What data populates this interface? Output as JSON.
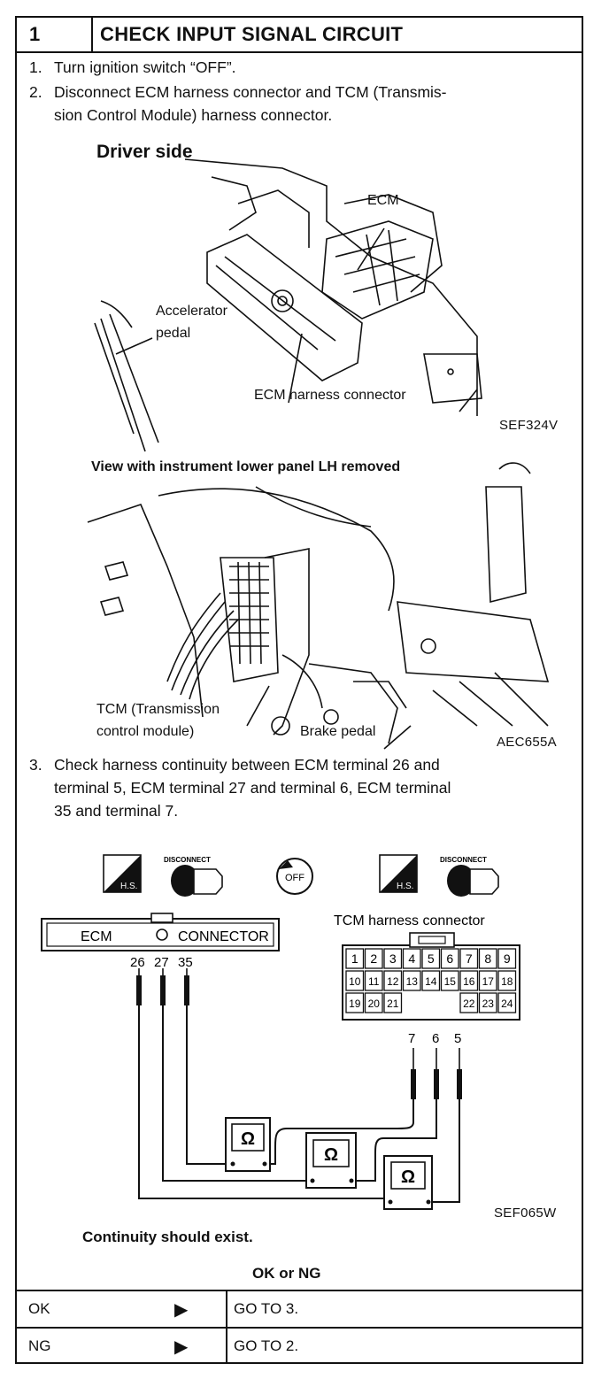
{
  "header": {
    "number": "1",
    "title": "CHECK INPUT SIGNAL CIRCUIT"
  },
  "steps": [
    {
      "num": "1.",
      "lines": [
        "Turn ignition switch “OFF”."
      ]
    },
    {
      "num": "2.",
      "lines": [
        "Disconnect ECM harness connector and TCM (Transmis-",
        "sion Control Module) harness connector."
      ]
    },
    {
      "num": "3.",
      "lines": [
        "Check harness continuity between ECM terminal 26 and",
        "terminal 5, ECM terminal 27 and terminal 6, ECM terminal",
        "35 and terminal 7."
      ]
    }
  ],
  "figure1": {
    "heading": "Driver side",
    "labels": {
      "ecm": "ECM",
      "accelerator_1": "Accelerator",
      "accelerator_2": "pedal",
      "harness": "ECM  harness  connector"
    },
    "code": "SEF324V"
  },
  "figure2": {
    "heading": "View with instrument lower panel LH removed",
    "labels": {
      "tcm_1": "TCM (Transmission",
      "tcm_2": "control module)",
      "brake": "Brake pedal"
    },
    "code": "AEC655A"
  },
  "figure3": {
    "icon_text": {
      "hs": "H.S.",
      "disconnect": "DISCONNECT",
      "off": "OFF"
    },
    "ecm_connector": {
      "left": "ECM",
      "right": "CONNECTOR",
      "terminals": [
        "26",
        "27",
        "35"
      ]
    },
    "tcm_connector": {
      "title": "TCM  harness  connector",
      "row1": [
        "1",
        "2",
        "3",
        "4",
        "5",
        "6",
        "7",
        "8",
        "9"
      ],
      "row2": [
        "10",
        "11",
        "12",
        "13",
        "14",
        "15",
        "16",
        "17",
        "18"
      ],
      "row3": [
        "19",
        "20",
        "21",
        "",
        "",
        "",
        "22",
        "23",
        "24"
      ],
      "terminals": [
        "7",
        "6",
        "5"
      ]
    },
    "meter_symbol": "Ω",
    "code": "SEF065W"
  },
  "continuity_note": "Continuity should exist.",
  "question": "OK or NG",
  "results": [
    {
      "cond": "OK",
      "arrow": "▶",
      "action": "GO TO 3."
    },
    {
      "cond": "NG",
      "arrow": "▶",
      "action": "GO TO 2."
    }
  ]
}
